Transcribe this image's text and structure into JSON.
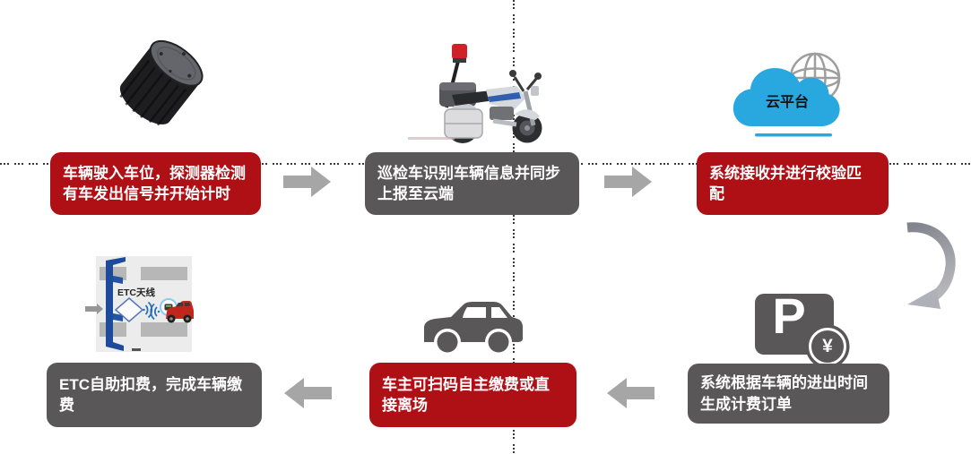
{
  "colors": {
    "accent_red": "#ae1016",
    "box_gray": "#595757",
    "arrow_gray": "#a6a6a6",
    "cloud_blue": "#29a8e0",
    "pole_blue": "#1d4a9b",
    "car_red": "#c0261c"
  },
  "steps": [
    {
      "label": "车辆驶入车位，探测器检测有车发出信号并开始计时",
      "style": "red",
      "icon": "detector"
    },
    {
      "label": "巡检车识别车辆信息并同步上报至云端",
      "style": "gray",
      "icon": "patrol-motorcycle"
    },
    {
      "label": "系统接收并进行校验匹配",
      "style": "red",
      "icon": "cloud-platform"
    },
    {
      "label": "系统根据车辆的进出时间生成计费订单",
      "style": "gray",
      "icon": "parking-fee"
    },
    {
      "label": "车主可扫码自主缴费或直接离场",
      "style": "red",
      "icon": "car"
    },
    {
      "label": "ETC自助扣费，完成车辆缴费",
      "style": "gray",
      "icon": "etc-lane"
    }
  ],
  "icons": {
    "cloud_label": "云平台",
    "parking_letter": "P",
    "yen_symbol": "¥",
    "etc_lane_label": "ETC天线"
  }
}
